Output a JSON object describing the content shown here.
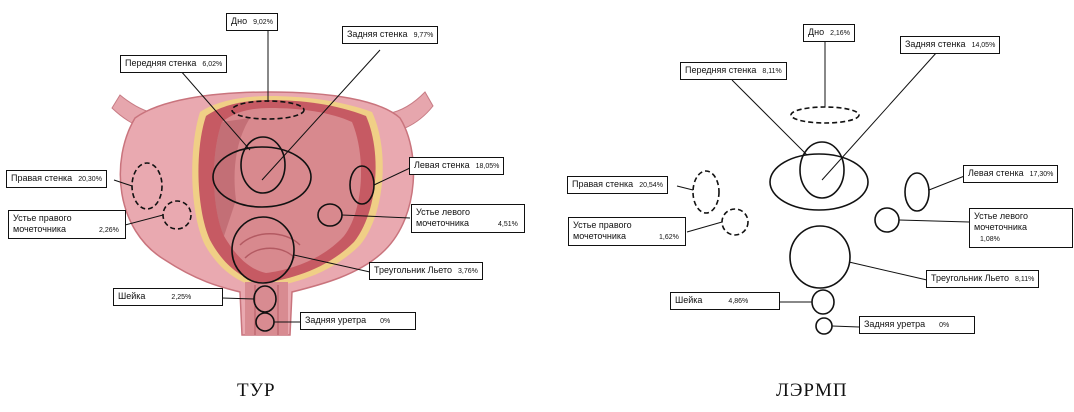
{
  "panels": [
    {
      "caption": "ТУР",
      "labels": {
        "dno": {
          "name": "Дно",
          "value": "9,02%"
        },
        "posterior": {
          "name": "Задняя стенка",
          "value": "9,77%"
        },
        "anterior": {
          "name": "Передняя стенка",
          "value": "6,02%"
        },
        "right_wall": {
          "name": "Правая стенка",
          "value": "20,30%"
        },
        "left_wall": {
          "name": "Левая стенка",
          "value": "18,05%"
        },
        "right_orifice": {
          "name": "Устье правого мочеточника",
          "value": "2,26%"
        },
        "left_orifice": {
          "name": "Устье левого мочеточника",
          "value": "4,51%"
        },
        "trigone": {
          "name": "Треугольник Льето",
          "value": "3,76%"
        },
        "neck": {
          "name": "Шейка",
          "value": "2,25%"
        },
        "urethra": {
          "name": "Задняя уретра",
          "value": "0%"
        }
      }
    },
    {
      "caption": "ЛЭРМП",
      "labels": {
        "dno": {
          "name": "Дно",
          "value": "2,16%"
        },
        "posterior": {
          "name": "Задняя стенка",
          "value": "14,05%"
        },
        "anterior": {
          "name": "Передняя стенка",
          "value": "8,11%"
        },
        "right_wall": {
          "name": "Правая стенка",
          "value": "20,54%"
        },
        "left_wall": {
          "name": "Левая стенка",
          "value": "17,30%"
        },
        "right_orifice": {
          "name": "Устье правого мочеточника",
          "value": "1,62%"
        },
        "left_orifice": {
          "name": "Устье левого мочеточника",
          "value": "1,08%"
        },
        "trigone": {
          "name": "Треугольник Льето",
          "value": "8,11%"
        },
        "neck": {
          "name": "Шейка",
          "value": "4,86%"
        },
        "urethra": {
          "name": "Задняя уретра",
          "value": "0%"
        }
      }
    }
  ],
  "colors": {
    "outer_tissue": "#e7a2a9",
    "outer_tissue_dark": "#c9747d",
    "wall_layer": "#c65a63",
    "fat_layer": "#f0cf86",
    "inner_cavity": "#d98a8e",
    "inner_cavity_dark": "#b35a62",
    "outline": "#111111"
  }
}
